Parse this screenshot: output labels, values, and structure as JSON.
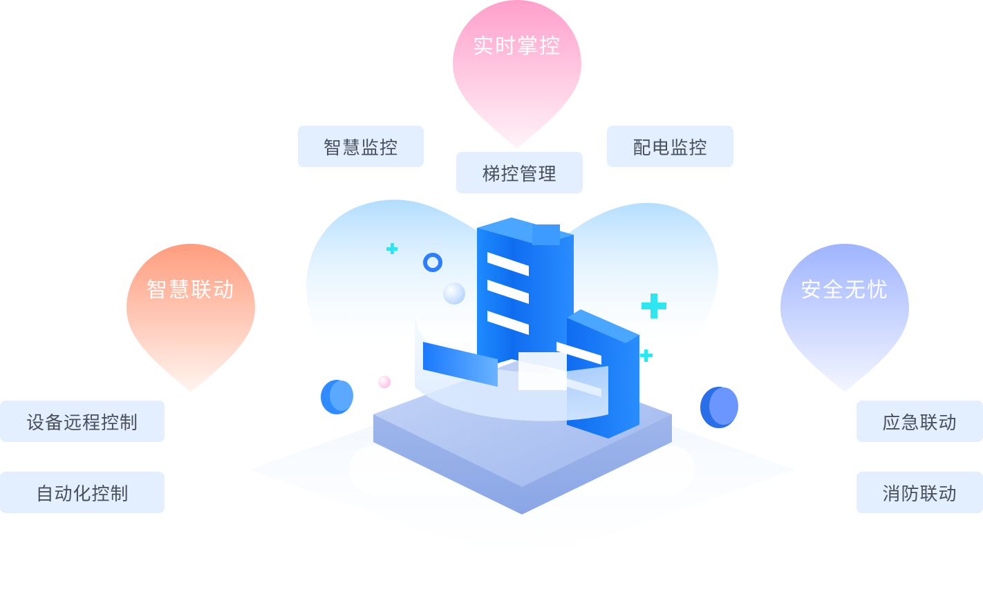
{
  "pins": {
    "realtime": {
      "label": "实时掌控",
      "color_top": "#ff9fcb",
      "color_bottom": "#fff0f7"
    },
    "linkage": {
      "label": "智慧联动",
      "color_top": "#ff9c7e",
      "color_bottom": "#fff3ee"
    },
    "safety": {
      "label": "安全无忧",
      "color_top": "#9fb4ff",
      "color_bottom": "#f2f5ff"
    }
  },
  "tags": {
    "smart_monitor": "智慧监控",
    "elevator": "梯控管理",
    "power_monitor": "配电监控",
    "remote_control": "设备远程控制",
    "auto_control": "自动化控制",
    "emergency": "应急联动",
    "fire": "消防联动"
  },
  "colors": {
    "tag_bg": "#e3efff",
    "tag_text": "#4a4f5c",
    "building": "#1a7cff",
    "accent": "#2ee6f0"
  }
}
